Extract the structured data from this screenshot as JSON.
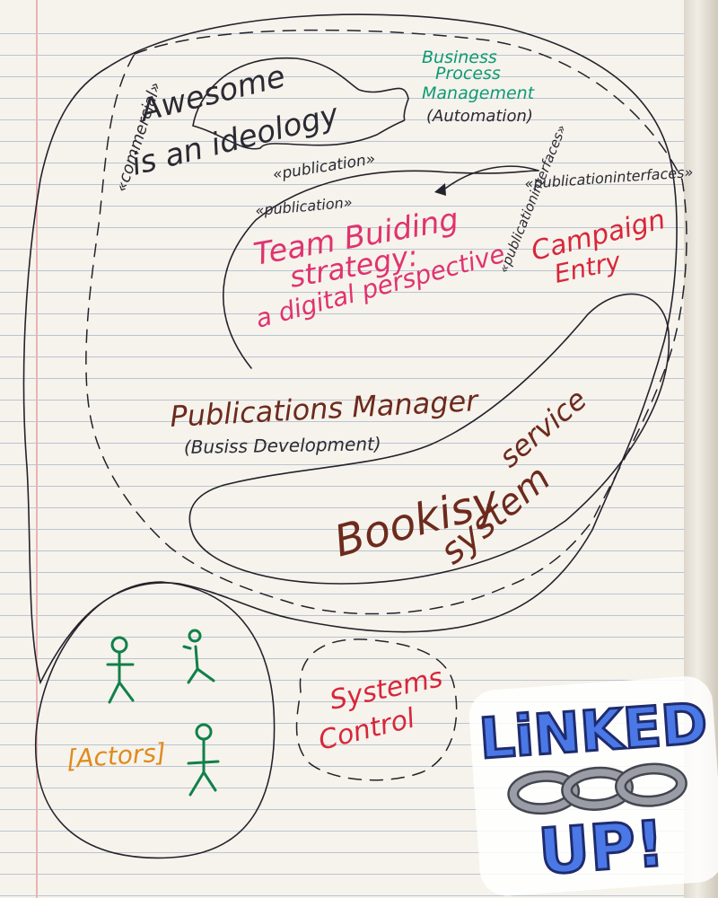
{
  "diagram": {
    "commercial_label": "«commercial»",
    "awesome_line1": "Awesome",
    "awesome_line2": "is an ideology",
    "bpm_line1": "Business",
    "bpm_line2": "Process",
    "bpm_line3": "Management",
    "bpm_line4": "(Automation)",
    "publication_label": "«publication»",
    "publication_label_2": "«publication»",
    "team_line1": "Team Buiding",
    "team_line2": "strategy:",
    "team_line3": "a digital perspective",
    "pub_interfaces_label": "«publicationinterfaces»",
    "pub_interfaces_label_2": "«publicationinterfaces»",
    "campaign_line1": "Campaign",
    "campaign_line2": "Entry",
    "pubmgr_line1": "Publications Manager",
    "pubmgr_line2": "(Busiss Development)",
    "booking_line1": "Bookisy",
    "booking_line2": "service",
    "booking_line3": "system",
    "systems_line1": "Systems",
    "systems_line2": "Control",
    "actors_label": "[Actors]"
  },
  "sticker": {
    "line1": "LiNKED",
    "line2": "UP!",
    "colors": {
      "text": "#4a78e6",
      "outline": "#1f2b6d",
      "chain": "#8c8f97"
    }
  },
  "colors": {
    "ink": "#2b2a33",
    "teal": "#0e9a74",
    "pink": "#e0336f",
    "red": "#d8263a",
    "brown": "#6d2a1d",
    "orange": "#e08a1e",
    "green": "#11804a",
    "paper": "#f6f3ec",
    "rule_line": "#b9c4d2",
    "margin_line": "#e8b4b4"
  }
}
